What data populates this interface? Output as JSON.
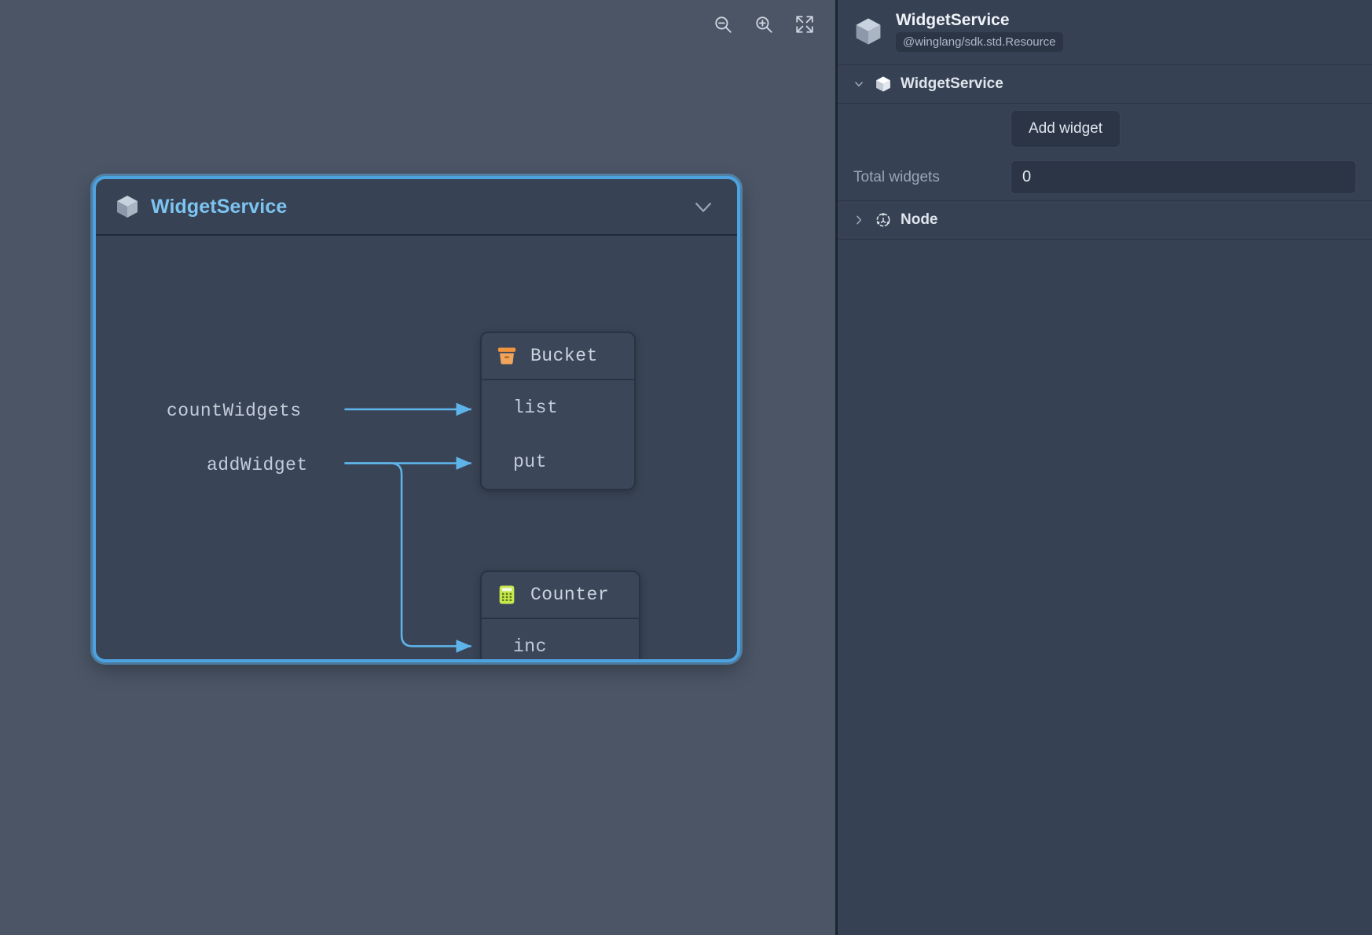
{
  "canvas": {
    "toolbar": [
      {
        "name": "zoom-out-icon",
        "label": "Zoom out"
      },
      {
        "name": "zoom-in-icon",
        "label": "Zoom in"
      },
      {
        "name": "fit-screen-icon",
        "label": "Fit to screen"
      }
    ],
    "container": {
      "title": "WidgetService",
      "icon": "cube-icon",
      "collapse_icon": "chevron-down-icon",
      "inflows": [
        {
          "label": "countWidgets"
        },
        {
          "label": "addWidget"
        }
      ],
      "nodes": [
        {
          "title": "Bucket",
          "icon": "bucket-icon",
          "methods": [
            "list",
            "put"
          ]
        },
        {
          "title": "Counter",
          "icon": "counter-icon",
          "methods": [
            "inc"
          ]
        }
      ]
    }
  },
  "panel": {
    "header": {
      "title": "WidgetService",
      "subtitle": "@winglang/sdk.std.Resource",
      "icon": "cube-icon"
    },
    "tree": [
      {
        "label": "WidgetService",
        "icon": "cube-icon",
        "chevron": "chevron-down-icon",
        "expanded": true
      },
      {
        "label": "Node",
        "icon": "node-atom-icon",
        "chevron": "chevron-right-icon",
        "expanded": false
      }
    ],
    "properties": {
      "add_widget_label": "Add widget",
      "total_widgets_label": "Total widgets",
      "total_widgets_value": "0",
      "total_widgets_placeholder": ""
    }
  },
  "colors": {
    "canvas_bg": "#4b5566",
    "panel_bg": "#364153",
    "accent_blue": "#4da3e0",
    "edge_blue": "#5eb3e8",
    "title_blue": "#7dc4f0",
    "bucket_orange": "#f0943d",
    "counter_green": "#c6e84f"
  }
}
